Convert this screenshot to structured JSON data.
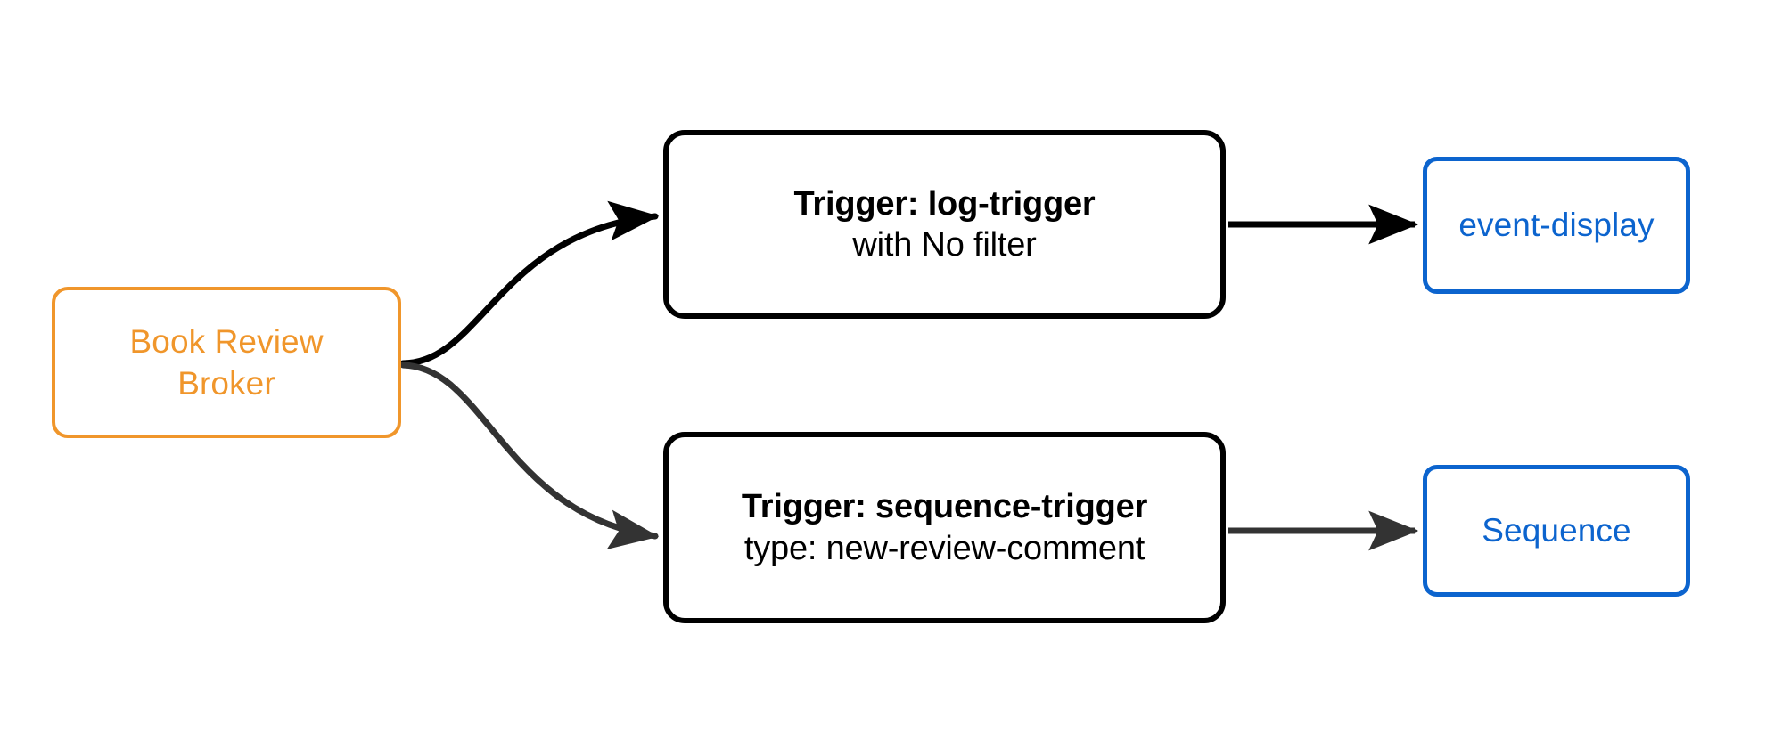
{
  "diagram": {
    "type": "flowchart",
    "direction": "left-to-right",
    "background_color": "#ffffff",
    "nodes": [
      {
        "id": "broker",
        "role": "source",
        "lines": [
          "Book Review",
          "Broker"
        ],
        "color": "#f0962b",
        "shape": "rounded-rectangle"
      },
      {
        "id": "trigger-log",
        "role": "trigger",
        "title": "Trigger: log-trigger",
        "subtitle": "with No filter",
        "color": "#000000",
        "shape": "rounded-rectangle"
      },
      {
        "id": "trigger-sequence",
        "role": "trigger",
        "title": "Trigger: sequence-trigger",
        "subtitle": "type: new-review-comment",
        "color": "#000000",
        "shape": "rounded-rectangle"
      },
      {
        "id": "sink-event-display",
        "role": "sink",
        "label": "event-display",
        "color": "#0c64ce",
        "shape": "rounded-rectangle"
      },
      {
        "id": "sink-sequence",
        "role": "sink",
        "label": "Sequence",
        "color": "#0c64ce",
        "shape": "rounded-rectangle"
      }
    ],
    "edges": [
      {
        "id": "edge-broker-to-log",
        "from": "broker",
        "to": "trigger-log",
        "style": "curved",
        "color": "#000000",
        "arrowhead": "filled-triangle"
      },
      {
        "id": "edge-broker-to-sequence",
        "from": "broker",
        "to": "trigger-sequence",
        "style": "curved",
        "color": "#333333",
        "arrowhead": "filled-triangle"
      },
      {
        "id": "edge-log-to-event-display",
        "from": "trigger-log",
        "to": "sink-event-display",
        "style": "straight",
        "color": "#000000",
        "arrowhead": "filled-triangle"
      },
      {
        "id": "edge-sequence-to-sequence",
        "from": "trigger-sequence",
        "to": "sink-sequence",
        "style": "straight",
        "color": "#333333",
        "arrowhead": "filled-triangle"
      }
    ]
  },
  "broker": {
    "line1": "Book Review",
    "line2": "Broker"
  },
  "trigger_log": {
    "title": "Trigger: log-trigger",
    "subtitle": "with No filter"
  },
  "trigger_sequence": {
    "title": "Trigger: sequence-trigger",
    "subtitle": "type: new-review-comment"
  },
  "sink_event_display": {
    "label": "event-display"
  },
  "sink_sequence": {
    "label": "Sequence"
  },
  "colors": {
    "broker_orange": "#f0962b",
    "trigger_black": "#000000",
    "sink_blue": "#0c64ce",
    "edge_black": "#000000",
    "edge_gray": "#333333",
    "background": "#ffffff"
  }
}
